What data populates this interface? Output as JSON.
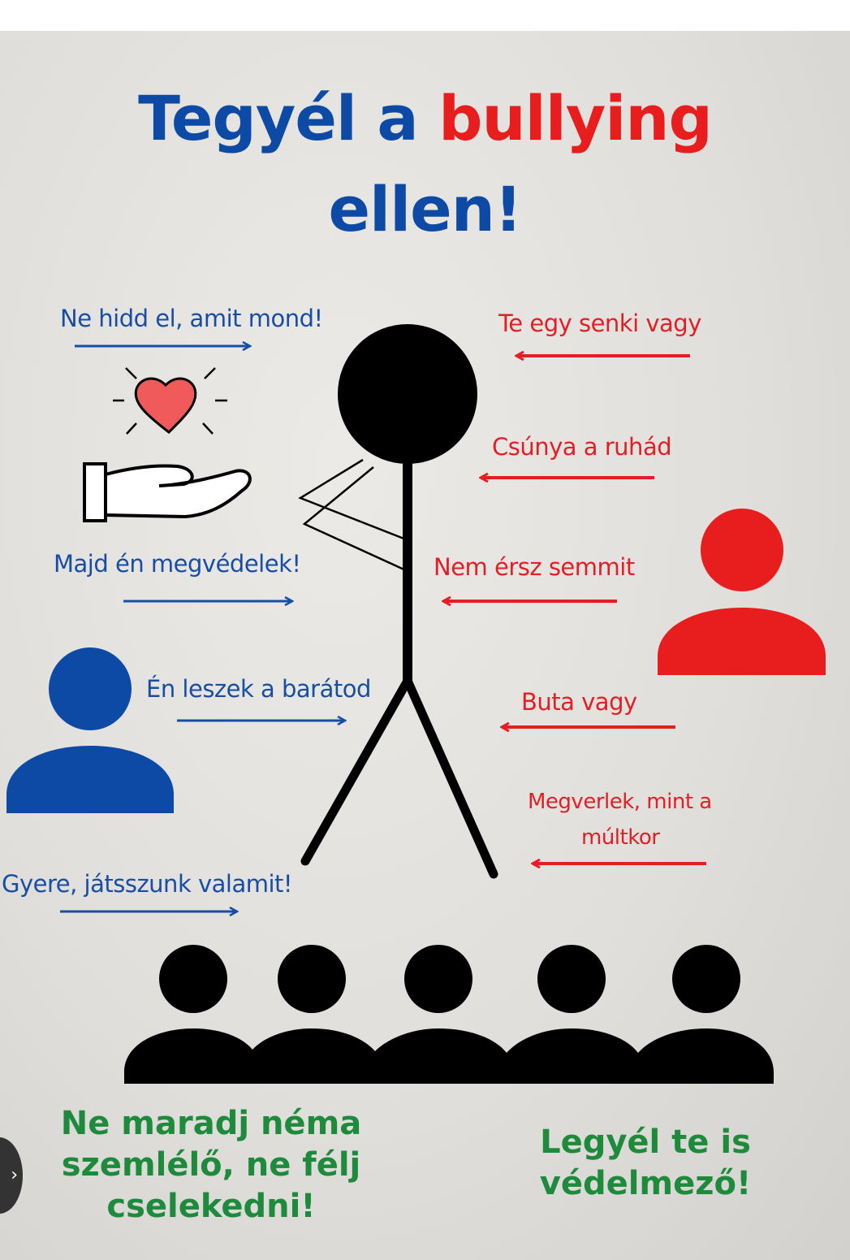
{
  "title": {
    "part1": "Tegyél a",
    "part2": "bullying",
    "part3": "ellen!"
  },
  "defender_phrases": [
    "Ne hidd el, amit mond!",
    "Majd én megvédelek!",
    "Én leszek a barátod",
    "Gyere, játsszunk valamit!"
  ],
  "bully_phrases": [
    "Te egy senki vagy",
    "Csúnya a ruhád",
    "Nem érsz semmit",
    "Buta vagy",
    "Megverlek, mint a",
    "múltkor"
  ],
  "bottom": {
    "left": [
      "Ne maradj néma",
      "szemlélő, ne félj",
      "cselekedni!"
    ],
    "right": [
      "Legyél te is",
      "védelmező!"
    ]
  },
  "colors": {
    "blue": "#0d4aa6",
    "red": "#e81d1d",
    "green": "#1e8a3c",
    "figure": "#000000"
  }
}
